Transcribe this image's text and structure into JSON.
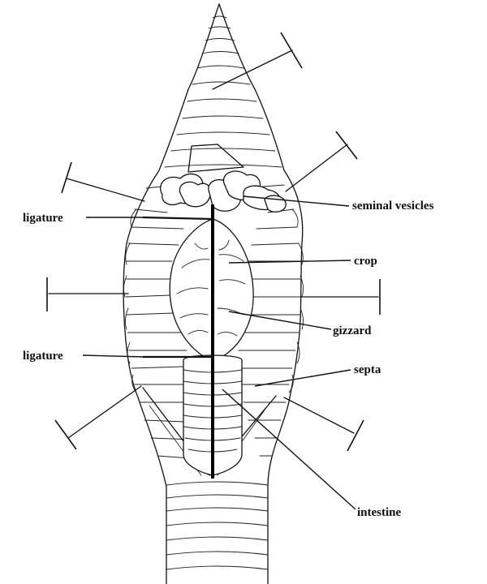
{
  "labels": {
    "seminal_vesicles": "seminal vesicles",
    "ligature_top": "ligature",
    "crop": "crop",
    "gizzard": "gizzard",
    "ligature_bottom": "ligature",
    "septa": "septa",
    "intestine": "intestine"
  },
  "colors": {
    "ink": "#111111",
    "background": "#ffffff"
  }
}
